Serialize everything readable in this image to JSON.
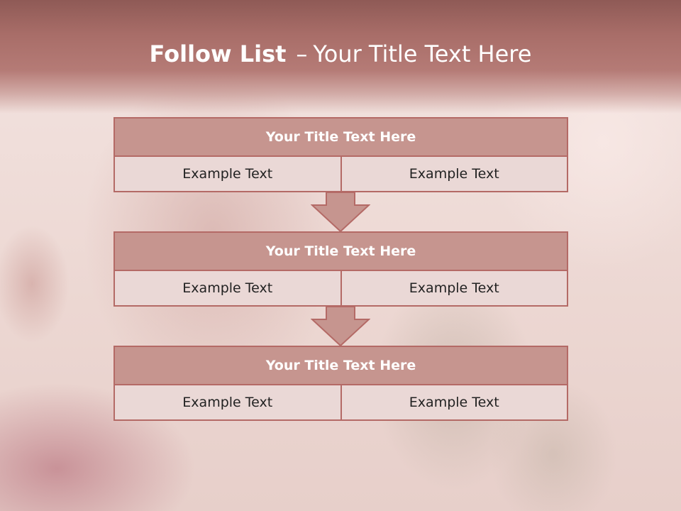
{
  "slide": {
    "title_bold": "Follow List",
    "title_sep": "–",
    "title_rest": "Your Title Text Here"
  },
  "blocks": [
    {
      "title": "Your Title Text Here",
      "left": "Example Text",
      "right": "Example Text"
    },
    {
      "title": "Your Title Text Here",
      "left": "Example Text",
      "right": "Example Text"
    },
    {
      "title": "Your Title Text Here",
      "left": "Example Text",
      "right": "Example Text"
    }
  ],
  "colors": {
    "header": "#a86d68",
    "block_title_fill": "#c6958f",
    "block_border": "#b46a66",
    "cell_fill": "#ead8d6"
  }
}
